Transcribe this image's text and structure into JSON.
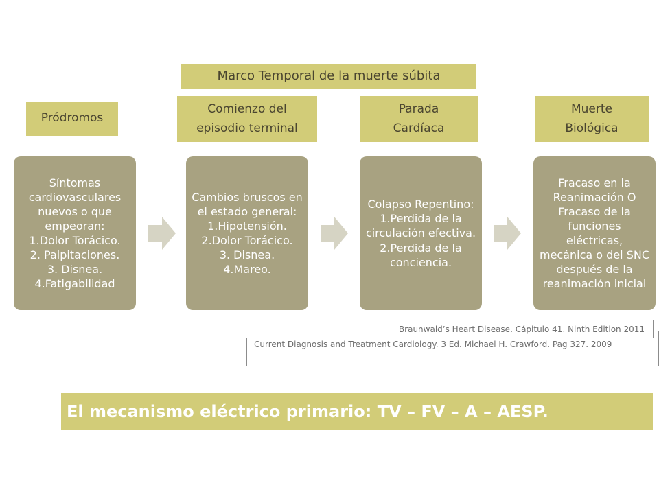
{
  "header": {
    "title": "Marco Temporal de la muerte súbita"
  },
  "phases": [
    {
      "label": "Pródromos",
      "text": "Síntomas cardiovasculares nuevos o que empeoran:\n1.Dolor Torácico.\n2. Palpitaciones.\n3. Disnea.\n4.Fatigabilidad"
    },
    {
      "label": "Comienzo del episodio terminal",
      "text": "Cambios bruscos en el estado general:\n1.Hipotensión.\n2.Dolor Torácico.\n3.  Disnea.\n4.Mareo."
    },
    {
      "label": "Parada Cardíaca",
      "text": "Colapso Repentino:\n1.Perdida de la circulación efectiva.\n2.Perdida de la conciencia."
    },
    {
      "label": "Muerte Biológica",
      "text": "Fracaso en la Reanimación O Fracaso de la funciones eléctricas, mecánica o del SNC después de la reanimación inicial"
    }
  ],
  "citations": {
    "primary": "Braunwald’s Heart Disease. Cápitulo 41. Ninth Edition 2011",
    "secondary": "Current Diagnosis and Treatment Cardiology. 3 Ed. Michael H. Crawford. Pag 327. 2009"
  },
  "footer": {
    "text": "El mecanismo eléctrico primario: TV – FV – A – AESP."
  },
  "colors": {
    "label_bg": "#d2cc78",
    "box_bg": "#a8a281",
    "arrow": "#d6d4c4"
  }
}
